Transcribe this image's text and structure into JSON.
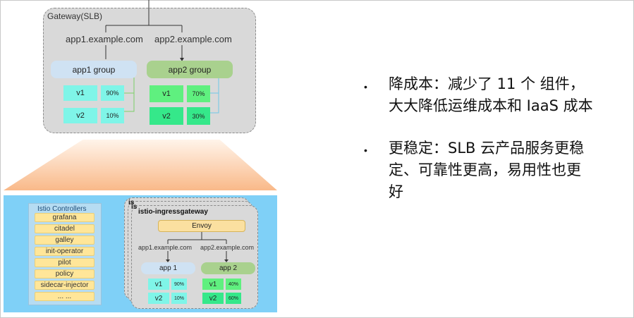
{
  "gateway": {
    "title": "Gateway(SLB)",
    "host1": "app1.example.com",
    "host2": "app2.example.com",
    "group1": "app1 group",
    "group2": "app2 group",
    "g1": [
      {
        "ver": "v1",
        "pct": "90%"
      },
      {
        "ver": "v2",
        "pct": "10%"
      }
    ],
    "g2": [
      {
        "ver": "v1",
        "pct": "70%"
      },
      {
        "ver": "v2",
        "pct": "30%"
      }
    ]
  },
  "controllers": {
    "title": "Istio Controllers",
    "items": [
      "grafana",
      "citadel",
      "galley",
      "init-operator",
      "pilot",
      "policy",
      "sidecar-injector",
      "... ..."
    ]
  },
  "ingress": {
    "stack_label1": "is",
    "stack_label2": "is",
    "title": "istio-ingressgateway",
    "envoy": "Envoy",
    "host1": "app1.example.com",
    "host2": "app2.example.com",
    "app1": "app 1",
    "app2": "app 2",
    "a1": [
      {
        "ver": "v1",
        "pct": "90%"
      },
      {
        "ver": "v2",
        "pct": "10%"
      }
    ],
    "a2": [
      {
        "ver": "v1",
        "pct": "40%"
      },
      {
        "ver": "v2",
        "pct": "60%"
      }
    ]
  },
  "bullets": [
    {
      "lines": [
        "降成本：减少了 11 个 组件，",
        "大大降低运维成本和 IaaS 成本"
      ]
    },
    {
      "lines": [
        "更稳定：SLB 云产品服务更稳",
        "定、可靠性更高，易用性也更",
        "好"
      ]
    }
  ],
  "colors": {
    "blue_group": "#cfe2f3",
    "green_group": "#a9d18e",
    "cyan_cell": "#7ff5e8",
    "green_cell": "#35e88a",
    "envoy": "#fbe0a0",
    "panel_blue": "#7fd0f7"
  }
}
